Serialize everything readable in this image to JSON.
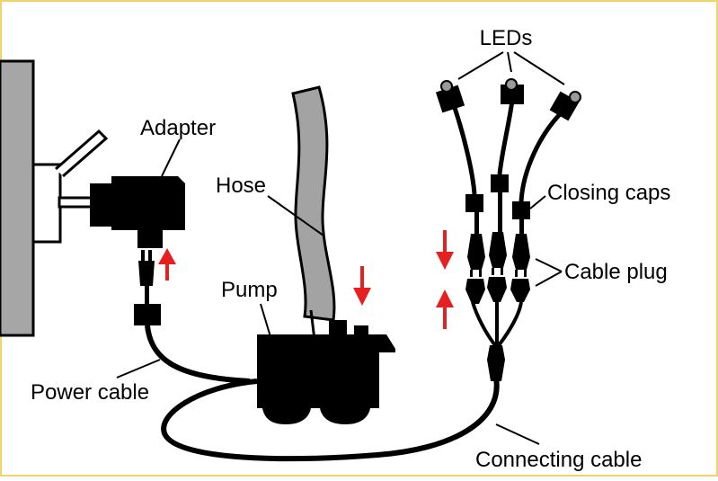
{
  "labels": {
    "leds": "LEDs",
    "adapter": "Adapter",
    "hose": "Hose",
    "closing_caps": "Closing caps",
    "cable_plug": "Cable plug",
    "pump": "Pump",
    "power_cable": "Power cable",
    "connecting_cable": "Connecting cable"
  },
  "colors": {
    "frame": "#f2d36b",
    "wall": "#a6a6a6",
    "hose": "#a3a3a3",
    "ink": "#000000",
    "arrow": "#e62020"
  }
}
